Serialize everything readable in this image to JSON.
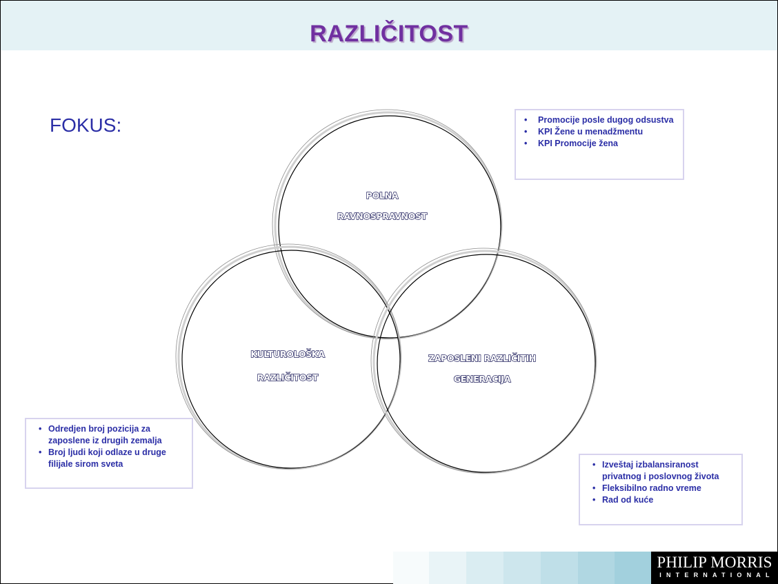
{
  "slide": {
    "title": "RAZLIČITOST",
    "fokus_label": "FOKUS:"
  },
  "circles": [
    {
      "id": "top",
      "lines": [
        "POLNA",
        "RAVNOSPRAVNOST"
      ]
    },
    {
      "id": "left",
      "lines": [
        "KULTUROLOŠKA",
        "RAZLIČITOST"
      ]
    },
    {
      "id": "right",
      "lines": [
        "ZAPOSLENI RAZLIČITIH",
        "GENERACIJA"
      ]
    }
  ],
  "notes": {
    "top": [
      "Promocije posle dugog odsustva",
      "KPI Žene u menadžmentu",
      "KPI Promocije žena"
    ],
    "left": [
      "Odredjen broj pozicija za zaposlene iz drugih zemalja",
      "Broj ljudi koji odlaze u druge filijale sirom sveta"
    ],
    "right": [
      "Izveštaj izbalansiranost privatnog i poslovnog života",
      "Fleksibilno radno vreme",
      "Rad od kuće"
    ]
  },
  "logo": {
    "main": "PHILIP MORRIS",
    "sub": "INTERNATIONAL"
  },
  "colors": {
    "title": "#7030a0",
    "text_blue": "#2b2ea6",
    "header_band": "#e4f2f5",
    "box_border": "#d7d3ee",
    "strip": [
      "#f7fbfc",
      "#e9f4f7",
      "#daedf2",
      "#cde6ed",
      "#bfdfe8",
      "#b0d7e2",
      "#a2d0dd"
    ]
  }
}
